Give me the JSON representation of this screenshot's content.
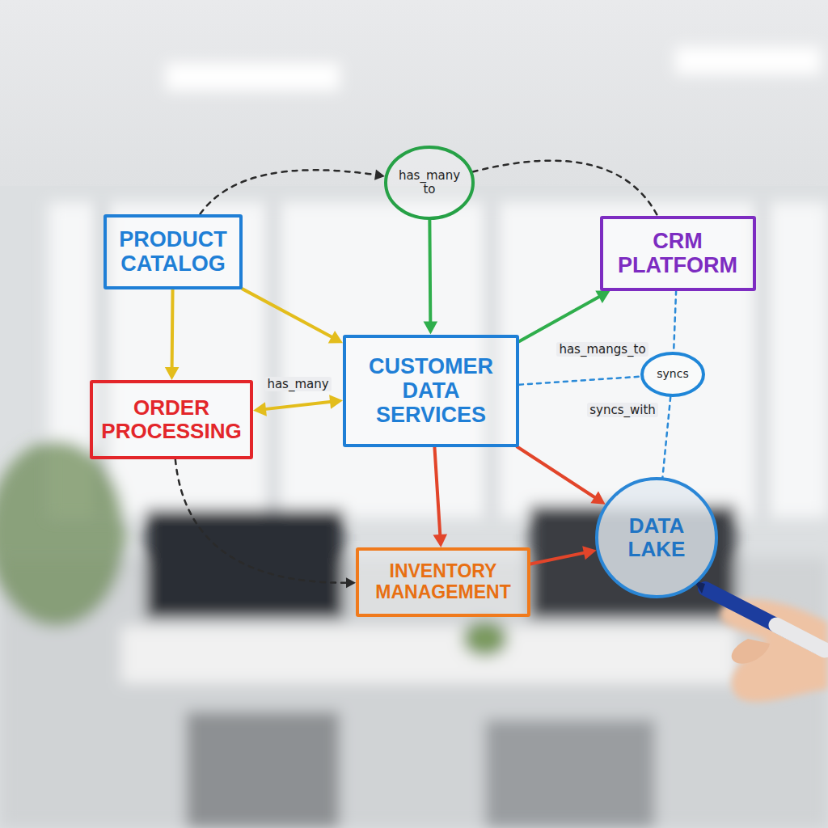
{
  "diagram": {
    "nodes": [
      {
        "text": [
          "has_many to"
        ]
      },
      {
        "text": [
          "PRODUCT CATALOG"
        ]
      },
      {
        "text": [
          "CRM PLATFORM"
        ]
      },
      {
        "text": [
          "ORDER PROCESSING"
        ]
      },
      {
        "text": [
          "CUSTOMER DATA SERVICES"
        ]
      },
      {
        "text": [
          "syncs"
        ]
      },
      {
        "text": [
          "INVENTORY MANAGEMENT"
        ]
      },
      {
        "text": [
          "DATA LAKE"
        ]
      }
    ],
    "edges": [
      {
        "from": 1,
        "to": 3,
        "arrow": "to"
      },
      {
        "from": 1,
        "to": 4,
        "arrow": "to"
      },
      {
        "from": 1,
        "to": 0,
        "arrow": "to"
      },
      {
        "from": 0,
        "to": 4,
        "arrow": "to"
      },
      {
        "from": 0,
        "to": 2,
        "arrow": "none"
      },
      {
        "from": 4,
        "to": 2,
        "arrow": "to"
      },
      {
        "from": 3,
        "to": 4,
        "label": "has_many",
        "arrow": "both"
      },
      {
        "from": 4,
        "to": 5,
        "arrow": "none"
      },
      {
        "from": 2,
        "to": 5,
        "arrow": "none"
      },
      {
        "from": 5,
        "to": 7,
        "arrow": "none"
      },
      {
        "from": 4,
        "to": 6,
        "arrow": "to"
      },
      {
        "from": 4,
        "to": 7,
        "arrow": "to"
      },
      {
        "from": 6,
        "to": 7,
        "arrow": "to"
      },
      {
        "from": 3,
        "to": 6,
        "arrow": "to"
      }
    ],
    "labels": [
      "has_mangs_to",
      "syncs_with"
    ]
  }
}
